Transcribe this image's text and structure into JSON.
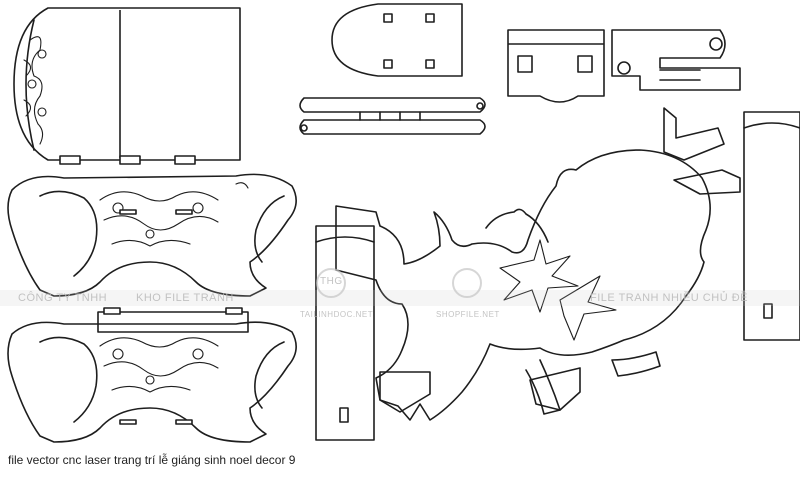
{
  "watermark": {
    "left_tag": "CÔNG TY TNHH",
    "center_label": "KHO FILE TRANH",
    "site_one": "TAILINHDOC.NET",
    "site_two": "SHOPFILE.NET",
    "right_label": "FILE TRANH NHIỀU CHỦ ĐỀ",
    "logo_mark": "THG"
  },
  "caption": "file vector cnc laser trang trí lễ giáng sinh noel decor 9",
  "colors": {
    "line": "#1e1e1e",
    "background": "#ffffff",
    "watermark": "#b9b9b9"
  }
}
